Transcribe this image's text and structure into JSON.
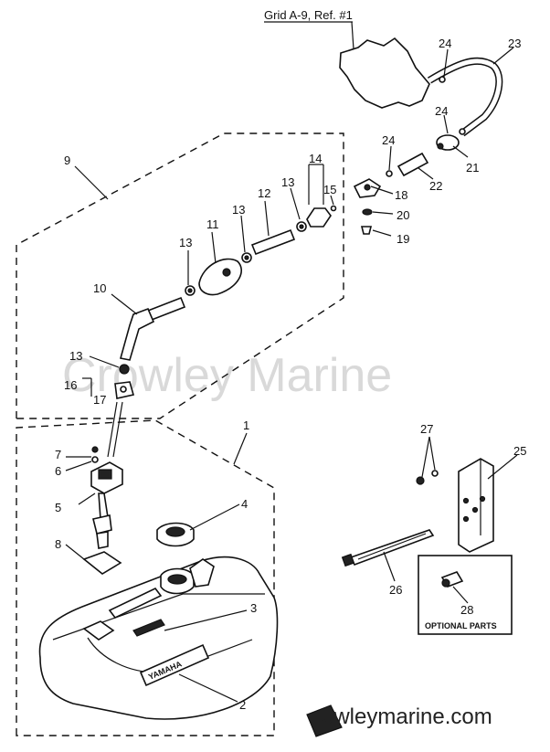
{
  "diagram": {
    "reference_label": "Grid A-9, Ref. #1",
    "watermark_center": "Crowley Marine",
    "watermark_footer": "owleymarine.com",
    "optional_box_label": "OPTIONAL PARTS",
    "tank_brand": "YAMAHA",
    "callouts": [
      "1",
      "2",
      "3",
      "4",
      "5",
      "6",
      "7",
      "8",
      "9",
      "10",
      "11",
      "12",
      "13",
      "13",
      "13",
      "13",
      "14",
      "15",
      "16",
      "17",
      "18",
      "19",
      "20",
      "21",
      "22",
      "23",
      "24",
      "24",
      "24",
      "25",
      "26",
      "27",
      "28"
    ]
  }
}
